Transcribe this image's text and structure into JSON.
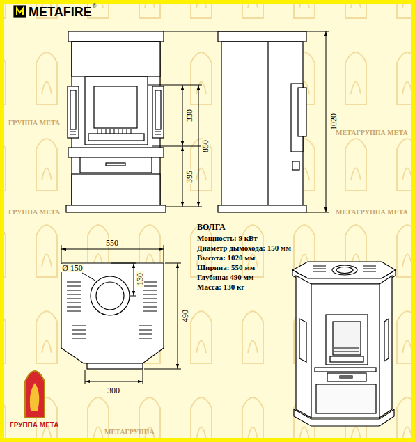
{
  "diagram": {
    "labels": [
      "METAFIRE",
      "®",
      "330",
      "850",
      "395",
      "1020",
      "550",
      "Ø 150",
      "130",
      "490",
      "300",
      "ВОЛГА",
      "Мощность: 9 кВт",
      "Диаметр дымохода: 150 мм",
      "Высота: 1020 мм",
      "Ширина: 550 мм",
      "Глубина: 490 мм",
      "Масса: 130 кг",
      "ГРУППА МЕТА",
      "ГРУППА МЕТА",
      "МЕТАГРУППА МЕТА",
      "ГРУППА МЕТА",
      "МЕТАГРУППА МЕТА",
      "МЕТАГРУППА"
    ]
  }
}
